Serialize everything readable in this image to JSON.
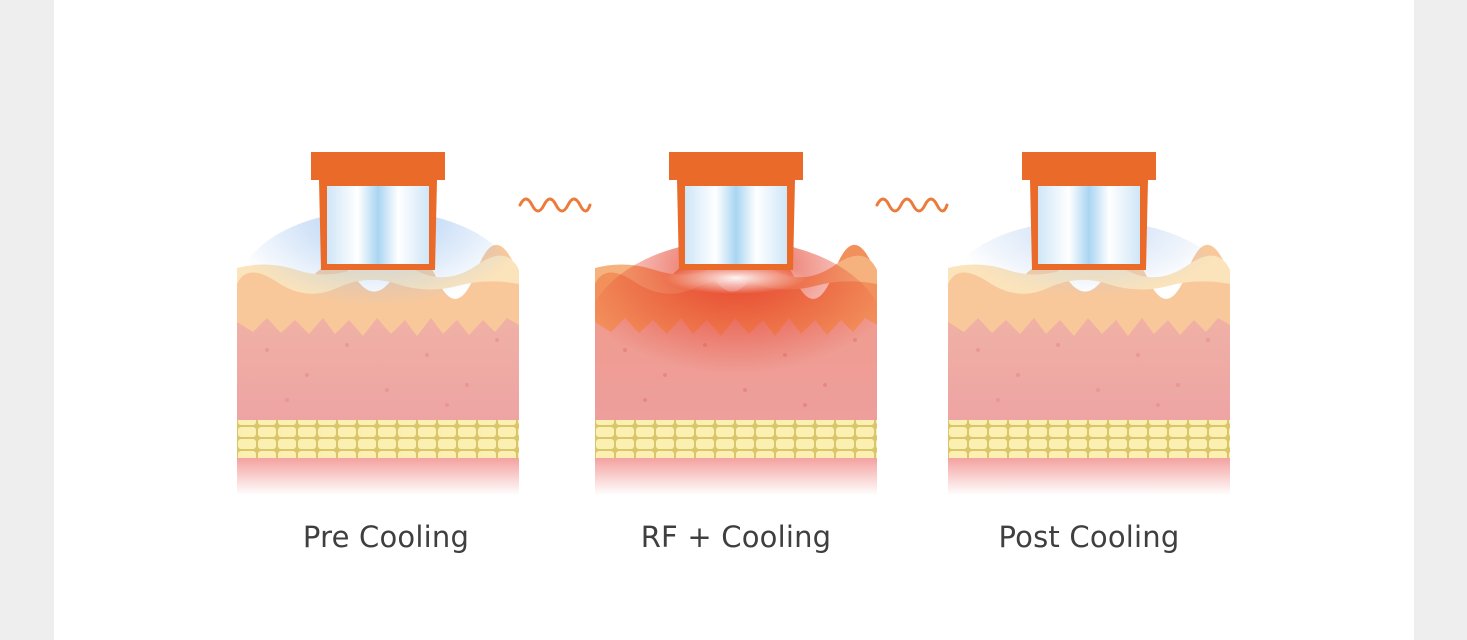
{
  "stages": [
    {
      "label": "Pre Cooling",
      "heat": "cool",
      "accent": "#ea6a2a"
    },
    {
      "label": "RF + Cooling",
      "heat": "hot",
      "accent": "#ea6a2a"
    },
    {
      "label": "Post Cooling",
      "heat": "cool",
      "accent": "#ea6a2a"
    }
  ],
  "connectors": [
    {
      "icon": "rf-wave-icon"
    },
    {
      "icon": "rf-wave-icon"
    }
  ],
  "colors": {
    "applicator": "#ea6a2a",
    "cooling": "#9fcff0",
    "dermis": "#efa8a4",
    "fat": "#f6e79a",
    "heat": "#e43a26"
  }
}
